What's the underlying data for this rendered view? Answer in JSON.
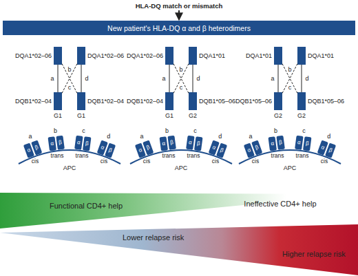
{
  "diagram": {
    "nodes": [
      {
        "text": [
          "New patient's HLA-DQ α and β heterodimers"
        ]
      },
      {
        "text": [
          "DQA1*02–06"
        ]
      },
      {
        "text": [
          "DQA1*02–06"
        ]
      },
      {
        "text": [
          "DQB1*02–04"
        ]
      },
      {
        "text": [
          "DQB1*02–04"
        ]
      },
      {
        "text": [
          "DQA1*02–06"
        ]
      },
      {
        "text": [
          "DQA1*01"
        ]
      },
      {
        "text": [
          "DQB1*02–04"
        ]
      },
      {
        "text": [
          "DQB1*05–06"
        ]
      },
      {
        "text": [
          "DQA1*01"
        ]
      },
      {
        "text": [
          "DQA1*01"
        ]
      },
      {
        "text": [
          "DQB1*05–06"
        ]
      },
      {
        "text": [
          "DQB1*05–06"
        ]
      },
      {
        "text": [
          "a",
          "α",
          "β",
          "cis"
        ]
      },
      {
        "text": [
          "b",
          "α",
          "β",
          "trans"
        ]
      },
      {
        "text": [
          "c",
          "α",
          "β",
          "trans"
        ]
      },
      {
        "text": [
          "d",
          "α",
          "β",
          "cis"
        ]
      },
      {
        "text": [
          "APC"
        ]
      },
      {
        "text": [
          "a",
          "α",
          "β",
          "cis"
        ]
      },
      {
        "text": [
          "b",
          "α",
          "β",
          "trans"
        ]
      },
      {
        "text": [
          "c",
          "α",
          "β",
          "trans"
        ]
      },
      {
        "text": [
          "d",
          "α",
          "β",
          "cis"
        ]
      },
      {
        "text": [
          "APC"
        ]
      },
      {
        "text": [
          "a",
          "α",
          "β",
          "cis"
        ]
      },
      {
        "text": [
          "b",
          "α",
          "β",
          "trans"
        ]
      },
      {
        "text": [
          "c",
          "α",
          "β",
          "trans"
        ]
      },
      {
        "text": [
          "d",
          "α",
          "β",
          "cis"
        ]
      },
      {
        "text": [
          "APC"
        ]
      },
      {
        "text": [
          "Functional CD4+ help"
        ]
      },
      {
        "text": [
          "Lower relapse risk",
          "Higher relapse risk"
        ]
      }
    ],
    "edges": [
      {
        "from": 1,
        "to": 3,
        "label": "a",
        "arrow": "none"
      },
      {
        "from": 1,
        "to": 4,
        "label": "b",
        "arrow": "none"
      },
      {
        "from": 2,
        "to": 3,
        "label": "c",
        "arrow": "none"
      },
      {
        "from": 2,
        "to": 4,
        "label": "d",
        "arrow": "none"
      },
      {
        "from": 5,
        "to": 7,
        "label": "a",
        "arrow": "none"
      },
      {
        "from": 5,
        "to": 8,
        "label": "b",
        "arrow": "none"
      },
      {
        "from": 6,
        "to": 7,
        "label": "c",
        "arrow": "none"
      },
      {
        "from": 6,
        "to": 8,
        "label": "d",
        "arrow": "none"
      },
      {
        "from": 9,
        "to": 11,
        "label": "a",
        "arrow": "none"
      },
      {
        "from": 9,
        "to": 12,
        "label": "b",
        "arrow": "none"
      },
      {
        "from": 10,
        "to": 11,
        "label": "c",
        "arrow": "none"
      },
      {
        "from": 10,
        "to": 12,
        "label": "d",
        "arrow": "none"
      }
    ],
    "labels": [
      "HLA-DQ match or mismatch",
      "G1",
      "G1",
      "G1",
      "G2",
      "G2",
      "G2",
      "Ineffective CD4+ help"
    ]
  }
}
